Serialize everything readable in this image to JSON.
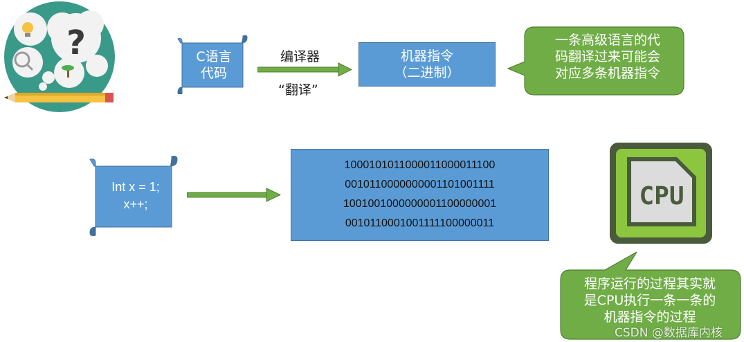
{
  "top": {
    "source_label": [
      "C语言",
      "代码"
    ],
    "arrow_top_label": "编译器",
    "arrow_bottom_label": "“翻译”",
    "target_label": [
      "机器指令",
      "（二进制）"
    ],
    "note": [
      "一条高级语言的代",
      "码翻译过来可能会",
      "对应多条机器指令"
    ]
  },
  "bottom": {
    "code_lines": [
      "Int x = 1;",
      "x++;"
    ],
    "binary_lines": [
      "1000101011000011000011100",
      "0010110000000001101001111",
      "1001001000000001100000001",
      "0010110001001111100000011"
    ],
    "cpu_label": "CPU",
    "note": [
      "程序运行的过程其实就",
      "是CPU执行一条一条的",
      "机器指令的过程"
    ]
  },
  "watermark": "CSDN @数据库内核",
  "colors": {
    "blue": "#5b9bd5",
    "green": "#70ad47",
    "arrow_green": "#70ad47",
    "cpu_dark": "#4a5a3c"
  }
}
